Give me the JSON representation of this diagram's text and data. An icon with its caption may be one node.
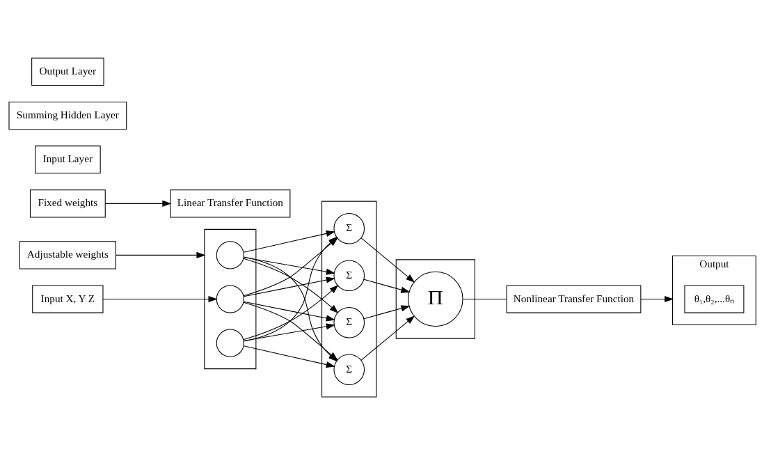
{
  "diagram": {
    "nodes": [
      {
        "text": [
          "Adjustable weights"
        ]
      },
      {
        "text": [
          "Fixed weights"
        ]
      },
      {
        "text": [
          "Input X, Y Z"
        ]
      },
      {
        "text": [],
        "shape": "box"
      },
      {
        "text": [],
        "shape": "circle",
        "in": 3
      },
      {
        "text": [],
        "shape": "circle",
        "in": 3
      },
      {
        "text": [],
        "shape": "circle",
        "in": 3
      },
      {
        "text": [],
        "shape": "box"
      },
      {
        "text": [
          "Σ"
        ],
        "in": 7
      },
      {
        "text": [
          "Σ"
        ],
        "in": 7
      },
      {
        "text": [
          "Σ"
        ],
        "in": 7
      },
      {
        "text": [
          "Σ"
        ],
        "in": 7
      },
      {
        "text": [
          "Linear Transfer Function"
        ]
      },
      {
        "text": [],
        "shape": "box"
      },
      {
        "text": [
          "Π"
        ],
        "in": 13
      },
      {
        "text": [
          "Nonlinear Transfer Function"
        ]
      },
      {
        "text": [
          "Output"
        ]
      },
      {
        "text": [
          "θ₁,θ₂,...θₙ"
        ],
        "in": 16
      },
      {
        "text": [
          "Input Layer"
        ]
      },
      {
        "text": [
          "Summing Hidden Layer"
        ]
      },
      {
        "text": [
          "Output Layer"
        ]
      }
    ],
    "edges": [
      {
        "from": 0,
        "to": 3,
        "arrow": "to"
      },
      {
        "from": 1,
        "to": 12,
        "arrow": "to"
      },
      {
        "from": 2,
        "to": 5,
        "arrow": "to"
      },
      {
        "from": 4,
        "to": 8,
        "arrow": "to"
      },
      {
        "from": 4,
        "to": 9,
        "arrow": "to"
      },
      {
        "from": 4,
        "to": 10,
        "arrow": "to"
      },
      {
        "from": 4,
        "to": 11,
        "arrow": "to"
      },
      {
        "from": 5,
        "to": 8,
        "arrow": "to"
      },
      {
        "from": 5,
        "to": 9,
        "arrow": "to"
      },
      {
        "from": 5,
        "to": 10,
        "arrow": "to"
      },
      {
        "from": 5,
        "to": 11,
        "arrow": "to"
      },
      {
        "from": 6,
        "to": 8,
        "arrow": "to"
      },
      {
        "from": 6,
        "to": 9,
        "arrow": "to"
      },
      {
        "from": 6,
        "to": 10,
        "arrow": "to"
      },
      {
        "from": 6,
        "to": 11,
        "arrow": "to"
      },
      {
        "from": 8,
        "to": 14,
        "arrow": "to"
      },
      {
        "from": 9,
        "to": 14,
        "arrow": "to"
      },
      {
        "from": 10,
        "to": 14,
        "arrow": "to"
      },
      {
        "from": 11,
        "to": 14,
        "arrow": "to"
      },
      {
        "from": 14,
        "to": 15,
        "arrow": "none"
      },
      {
        "from": 15,
        "to": 16,
        "arrow": "to"
      }
    ]
  }
}
